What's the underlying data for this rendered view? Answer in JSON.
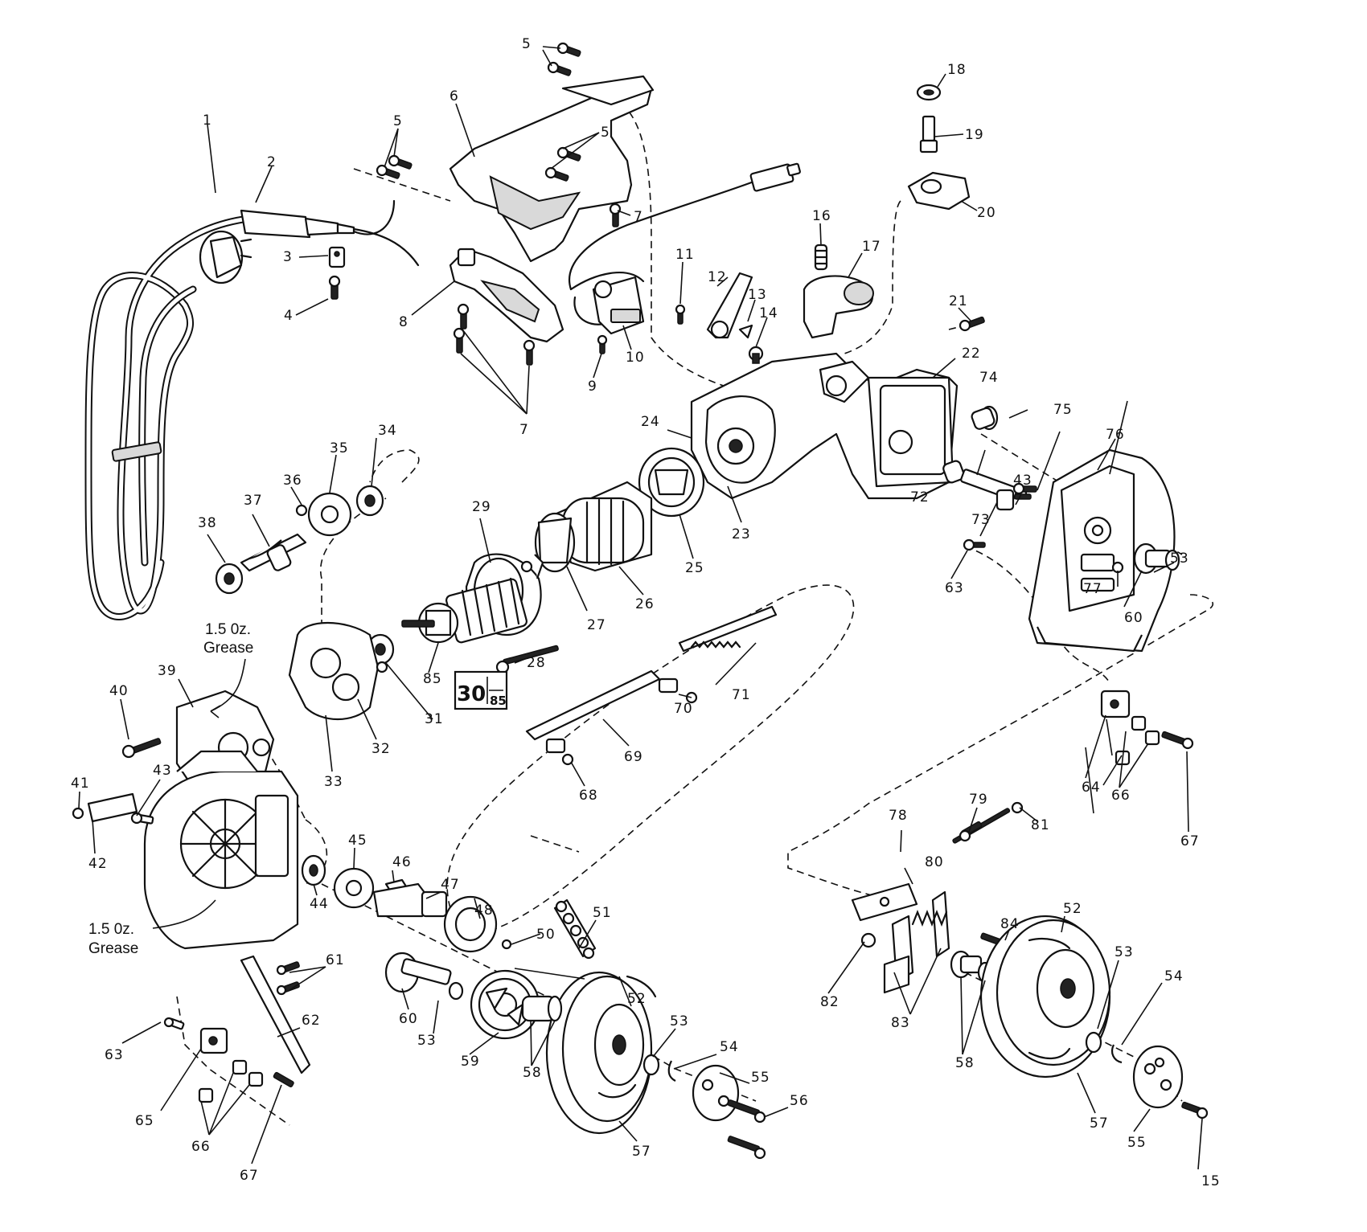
{
  "diagram": {
    "notes": {
      "grease_top_line1": "1.5 0z.",
      "grease_top_line2": "Grease",
      "grease_bottom_line1": "1.5 0z.",
      "grease_bottom_line2": "Grease"
    },
    "boxed_ref": {
      "main": "30",
      "sub": "85"
    },
    "callouts": [
      {
        "id": "c1",
        "label": "1"
      },
      {
        "id": "c2",
        "label": "2"
      },
      {
        "id": "c3",
        "label": "3"
      },
      {
        "id": "c4",
        "label": "4"
      },
      {
        "id": "c5a",
        "label": "5"
      },
      {
        "id": "c5b",
        "label": "5"
      },
      {
        "id": "c5c",
        "label": "5"
      },
      {
        "id": "c6",
        "label": "6"
      },
      {
        "id": "c7a",
        "label": "7"
      },
      {
        "id": "c7b",
        "label": "7"
      },
      {
        "id": "c8",
        "label": "8"
      },
      {
        "id": "c9",
        "label": "9"
      },
      {
        "id": "c10",
        "label": "10"
      },
      {
        "id": "c11",
        "label": "11"
      },
      {
        "id": "c12",
        "label": "12"
      },
      {
        "id": "c13",
        "label": "13"
      },
      {
        "id": "c14",
        "label": "14"
      },
      {
        "id": "c15",
        "label": "15"
      },
      {
        "id": "c16",
        "label": "16"
      },
      {
        "id": "c17",
        "label": "17"
      },
      {
        "id": "c18",
        "label": "18"
      },
      {
        "id": "c19",
        "label": "19"
      },
      {
        "id": "c20",
        "label": "20"
      },
      {
        "id": "c21",
        "label": "21"
      },
      {
        "id": "c22",
        "label": "22"
      },
      {
        "id": "c23",
        "label": "23"
      },
      {
        "id": "c24",
        "label": "24"
      },
      {
        "id": "c25",
        "label": "25"
      },
      {
        "id": "c26",
        "label": "26"
      },
      {
        "id": "c27",
        "label": "27"
      },
      {
        "id": "c28",
        "label": "28"
      },
      {
        "id": "c29",
        "label": "29"
      },
      {
        "id": "c31",
        "label": "31"
      },
      {
        "id": "c32",
        "label": "32"
      },
      {
        "id": "c33",
        "label": "33"
      },
      {
        "id": "c34",
        "label": "34"
      },
      {
        "id": "c35",
        "label": "35"
      },
      {
        "id": "c36",
        "label": "36"
      },
      {
        "id": "c37",
        "label": "37"
      },
      {
        "id": "c38",
        "label": "38"
      },
      {
        "id": "c39",
        "label": "39"
      },
      {
        "id": "c40",
        "label": "40"
      },
      {
        "id": "c41",
        "label": "41"
      },
      {
        "id": "c42",
        "label": "42"
      },
      {
        "id": "c43a",
        "label": "43"
      },
      {
        "id": "c43b",
        "label": "43"
      },
      {
        "id": "c44",
        "label": "44"
      },
      {
        "id": "c45",
        "label": "45"
      },
      {
        "id": "c46",
        "label": "46"
      },
      {
        "id": "c47",
        "label": "47"
      },
      {
        "id": "c48",
        "label": "48"
      },
      {
        "id": "c50",
        "label": "50"
      },
      {
        "id": "c51",
        "label": "51"
      },
      {
        "id": "c52a",
        "label": "52"
      },
      {
        "id": "c52b",
        "label": "52"
      },
      {
        "id": "c53a",
        "label": "53"
      },
      {
        "id": "c53b",
        "label": "53"
      },
      {
        "id": "c53c",
        "label": "53"
      },
      {
        "id": "c53d",
        "label": "53"
      },
      {
        "id": "c54a",
        "label": "54"
      },
      {
        "id": "c54b",
        "label": "54"
      },
      {
        "id": "c55a",
        "label": "55"
      },
      {
        "id": "c55b",
        "label": "55"
      },
      {
        "id": "c56",
        "label": "56"
      },
      {
        "id": "c57a",
        "label": "57"
      },
      {
        "id": "c57b",
        "label": "57"
      },
      {
        "id": "c58a",
        "label": "58"
      },
      {
        "id": "c58b",
        "label": "58"
      },
      {
        "id": "c59",
        "label": "59"
      },
      {
        "id": "c60a",
        "label": "60"
      },
      {
        "id": "c60b",
        "label": "60"
      },
      {
        "id": "c61",
        "label": "61"
      },
      {
        "id": "c62",
        "label": "62"
      },
      {
        "id": "c63a",
        "label": "63"
      },
      {
        "id": "c63b",
        "label": "63"
      },
      {
        "id": "c64",
        "label": "64"
      },
      {
        "id": "c65",
        "label": "65"
      },
      {
        "id": "c66a",
        "label": "66"
      },
      {
        "id": "c66b",
        "label": "66"
      },
      {
        "id": "c67a",
        "label": "67"
      },
      {
        "id": "c67b",
        "label": "67"
      },
      {
        "id": "c68",
        "label": "68"
      },
      {
        "id": "c69",
        "label": "69"
      },
      {
        "id": "c70",
        "label": "70"
      },
      {
        "id": "c71",
        "label": "71"
      },
      {
        "id": "c72",
        "label": "72"
      },
      {
        "id": "c73",
        "label": "73"
      },
      {
        "id": "c74",
        "label": "74"
      },
      {
        "id": "c75",
        "label": "75"
      },
      {
        "id": "c76",
        "label": "76"
      },
      {
        "id": "c77",
        "label": "77"
      },
      {
        "id": "c78",
        "label": "78"
      },
      {
        "id": "c79",
        "label": "79"
      },
      {
        "id": "c80",
        "label": "80"
      },
      {
        "id": "c81",
        "label": "81"
      },
      {
        "id": "c82",
        "label": "82"
      },
      {
        "id": "c83",
        "label": "83"
      },
      {
        "id": "c84",
        "label": "84"
      },
      {
        "id": "c85",
        "label": "85"
      }
    ]
  }
}
